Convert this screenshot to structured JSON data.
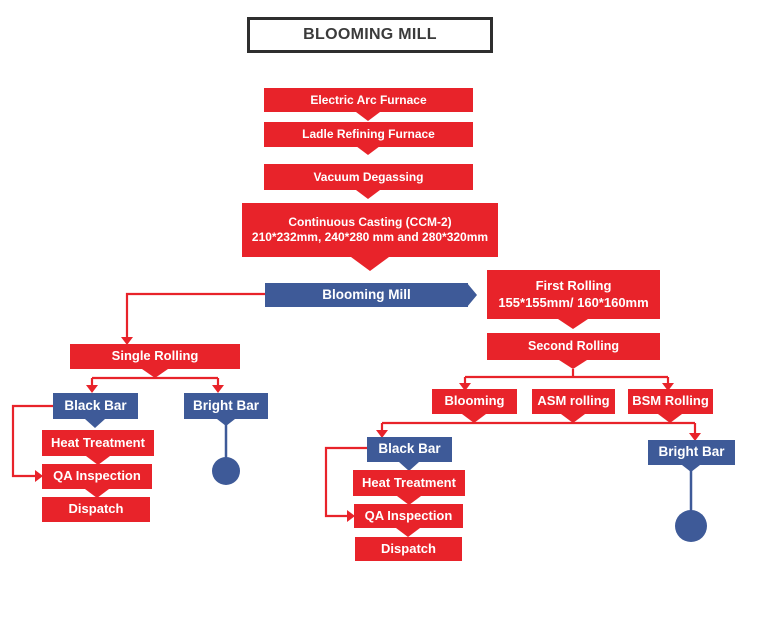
{
  "title": "BLOOMING MILL",
  "colors": {
    "red": "#E8232A",
    "blue": "#3E5A98",
    "white": "#FFFFFF",
    "title_text": "#3B3B3B",
    "title_border": "#2E2E2E",
    "background": "#FFFFFF"
  },
  "nodes": {
    "electric_arc_furnace": "Electric Arc Furnace",
    "ladle_refining_furnace": "Ladle Refining Furnace",
    "vacuum_degassing": "Vacuum Degassing",
    "continuous_casting_line1": "Continuous Casting (CCM-2)",
    "continuous_casting_line2": "210*232mm, 240*280 mm and 280*320mm",
    "blooming_mill": "Blooming Mill",
    "first_rolling_line1": "First Rolling",
    "first_rolling_line2": "155*155mm/ 160*160mm",
    "second_rolling": "Second Rolling",
    "single_rolling": "Single Rolling",
    "blooming": "Blooming",
    "asm_rolling": "ASM rolling",
    "bsm_rolling": "BSM Rolling",
    "black_bar_left": "Black Bar",
    "bright_bar_left": "Bright Bar",
    "heat_treatment_left": "Heat Treatment",
    "qa_inspection_left": "QA Inspection",
    "dispatch_left": "Dispatch",
    "black_bar_right": "Black Bar",
    "bright_bar_right": "Bright Bar",
    "heat_treatment_right": "Heat Treatment",
    "qa_inspection_right": "QA Inspection",
    "dispatch_right": "Dispatch"
  },
  "edges": [
    {
      "from": "Electric Arc Furnace",
      "to": "Ladle Refining Furnace"
    },
    {
      "from": "Ladle Refining Furnace",
      "to": "Vacuum Degassing"
    },
    {
      "from": "Vacuum Degassing",
      "to": "Continuous Casting (CCM-2)"
    },
    {
      "from": "Continuous Casting (CCM-2)",
      "to": "Blooming Mill"
    },
    {
      "from": "Blooming Mill",
      "to": "First Rolling 155*155mm/ 160*160mm"
    },
    {
      "from": "Blooming Mill",
      "to": "Single Rolling"
    },
    {
      "from": "Single Rolling",
      "to": "Black Bar (left)"
    },
    {
      "from": "Single Rolling",
      "to": "Bright Bar (left)"
    },
    {
      "from": "Black Bar (left)",
      "to": "Heat Treatment (left)"
    },
    {
      "from": "Black Bar (left)",
      "to": "QA Inspection (left) bypass"
    },
    {
      "from": "Heat Treatment (left)",
      "to": "QA Inspection (left)"
    },
    {
      "from": "QA Inspection (left)",
      "to": "Dispatch (left)"
    },
    {
      "from": "Bright Bar (left)",
      "to": "terminal circle (left)"
    },
    {
      "from": "First Rolling",
      "to": "Second Rolling"
    },
    {
      "from": "Second Rolling",
      "to": "Blooming"
    },
    {
      "from": "Second Rolling",
      "to": "ASM rolling"
    },
    {
      "from": "Second Rolling",
      "to": "BSM Rolling"
    },
    {
      "from": "Blooming / ASM rolling / BSM Rolling",
      "to": "Black Bar (right)"
    },
    {
      "from": "Blooming / ASM rolling / BSM Rolling",
      "to": "Bright Bar (right)"
    },
    {
      "from": "Black Bar (right)",
      "to": "Heat Treatment (right)"
    },
    {
      "from": "Black Bar (right)",
      "to": "QA Inspection (right) bypass"
    },
    {
      "from": "Heat Treatment (right)",
      "to": "QA Inspection (right)"
    },
    {
      "from": "QA Inspection (right)",
      "to": "Dispatch (right)"
    },
    {
      "from": "Bright Bar (right)",
      "to": "terminal circle (right)"
    }
  ]
}
